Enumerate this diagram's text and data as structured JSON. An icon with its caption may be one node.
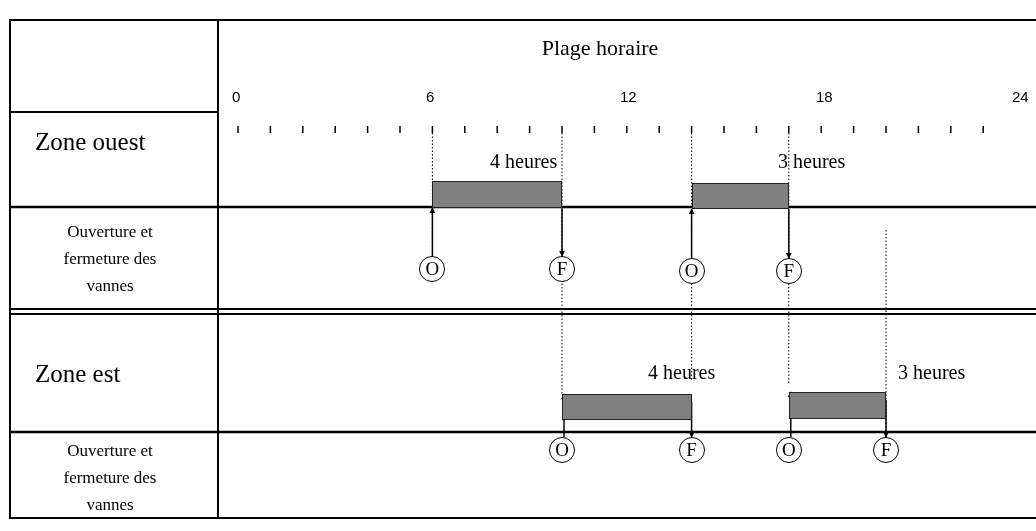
{
  "diagram": {
    "nodes": [
      {
        "text": [],
        "shape": "bar",
        "beside": [
          "4 heures"
        ]
      },
      {
        "text": [],
        "shape": "bar",
        "beside": [
          "3 heures"
        ]
      },
      {
        "text": [
          "O"
        ]
      },
      {
        "text": [
          "F"
        ]
      },
      {
        "text": [
          "O"
        ]
      },
      {
        "text": [
          "F"
        ]
      },
      {
        "text": [],
        "shape": "bar",
        "beside": [
          "4 heures"
        ]
      },
      {
        "text": [],
        "shape": "bar",
        "beside": [
          "3 heures"
        ]
      },
      {
        "text": [
          "O"
        ]
      },
      {
        "text": [
          "F"
        ]
      },
      {
        "text": [
          "O"
        ]
      },
      {
        "text": [
          "F"
        ]
      }
    ],
    "edges": [
      {
        "from": 2,
        "to": 0,
        "arrow": "to"
      },
      {
        "from": 0,
        "to": 3,
        "arrow": "to"
      },
      {
        "from": 4,
        "to": 1,
        "arrow": "to"
      },
      {
        "from": 1,
        "to": 5,
        "arrow": "to"
      },
      {
        "from": 8,
        "to": 6,
        "arrow": "to"
      },
      {
        "from": 6,
        "to": 9,
        "arrow": "to"
      },
      {
        "from": 10,
        "to": 7,
        "arrow": "to"
      },
      {
        "from": 7,
        "to": 11,
        "arrow": "to"
      }
    ],
    "labels": [
      "Plage horaire",
      "0",
      "6",
      "12",
      "18",
      "24",
      "Zone ouest",
      "Ouverture et fermeture des vannes",
      "Zone est",
      "Ouverture et fermeture des vannes"
    ]
  }
}
